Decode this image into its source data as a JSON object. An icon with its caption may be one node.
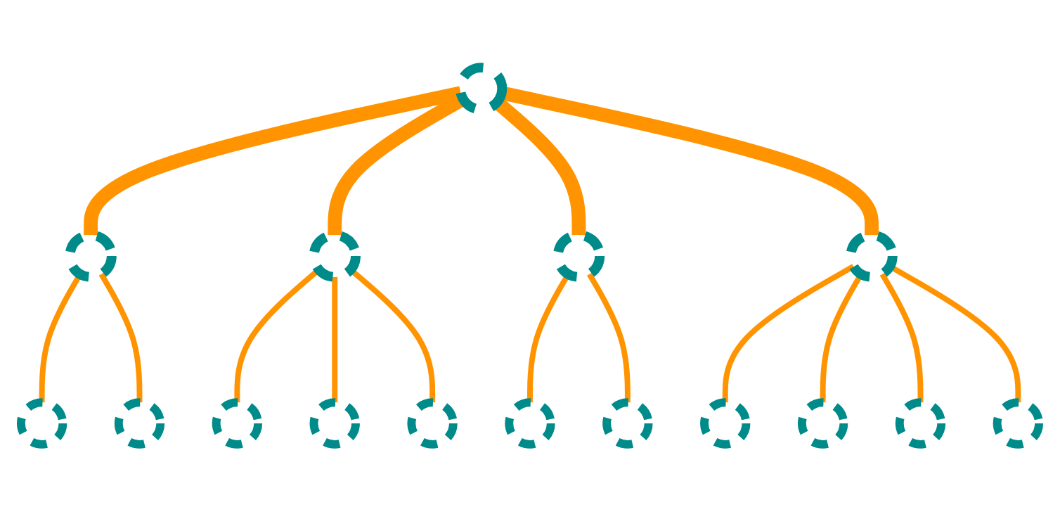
{
  "diagram": {
    "nodes": [
      {
        "text": [],
        "shape": "circle"
      },
      {
        "text": [],
        "shape": "circle"
      },
      {
        "text": [],
        "shape": "circle"
      },
      {
        "text": [],
        "shape": "circle"
      },
      {
        "text": [],
        "shape": "circle"
      },
      {
        "text": [],
        "shape": "circle"
      },
      {
        "text": [],
        "shape": "circle"
      },
      {
        "text": [],
        "shape": "circle"
      },
      {
        "text": [],
        "shape": "circle"
      },
      {
        "text": [],
        "shape": "circle"
      },
      {
        "text": [],
        "shape": "circle"
      },
      {
        "text": [],
        "shape": "circle"
      },
      {
        "text": [],
        "shape": "circle"
      },
      {
        "text": [],
        "shape": "circle"
      },
      {
        "text": [],
        "shape": "circle"
      },
      {
        "text": [],
        "shape": "circle"
      }
    ],
    "edges": [
      {
        "from": 0,
        "to": 2,
        "arrow": "none",
        "style": "thick"
      },
      {
        "from": 0,
        "to": 6,
        "arrow": "none",
        "style": "thick"
      },
      {
        "from": 0,
        "to": 8,
        "arrow": "none",
        "style": "thick"
      },
      {
        "from": 0,
        "to": 4,
        "arrow": "none",
        "style": "thick"
      },
      {
        "from": 2,
        "to": 5,
        "arrow": "none"
      },
      {
        "from": 2,
        "to": 7,
        "arrow": "none"
      },
      {
        "from": 6,
        "to": 10,
        "arrow": "none"
      },
      {
        "from": 6,
        "to": 15,
        "arrow": "none"
      },
      {
        "from": 6,
        "to": 11,
        "arrow": "none"
      },
      {
        "from": 8,
        "to": 13,
        "arrow": "none"
      },
      {
        "from": 8,
        "to": 14,
        "arrow": "none"
      },
      {
        "from": 4,
        "to": 1,
        "arrow": "none"
      },
      {
        "from": 4,
        "to": 3,
        "arrow": "none"
      },
      {
        "from": 4,
        "to": 9,
        "arrow": "none"
      },
      {
        "from": 4,
        "to": 12,
        "arrow": "none"
      }
    ]
  }
}
